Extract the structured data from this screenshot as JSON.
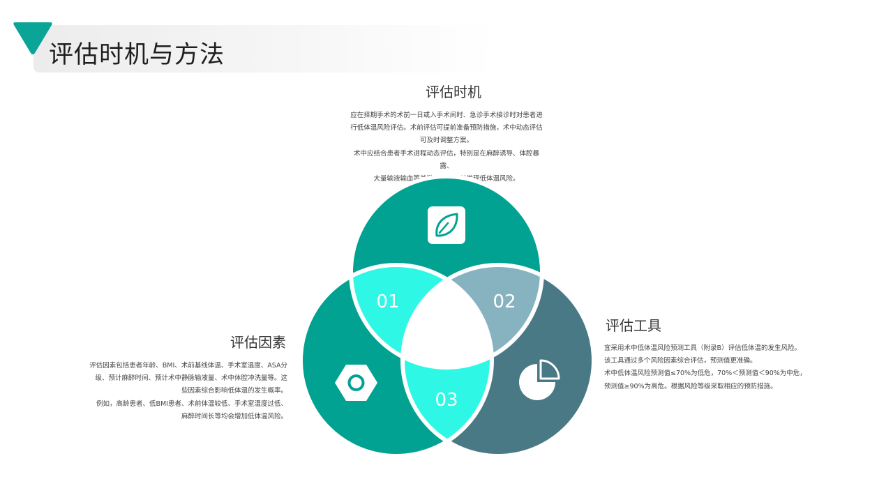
{
  "page": {
    "title": "评估时机与方法"
  },
  "sections": {
    "timing": {
      "heading": "评估时机",
      "lines": [
        "应在择期手术的术前一日或入手术间时、急诊手术接诊时对患者进",
        "行低体温风险评估。术前评估可提前准备预防措施，术中动态评估",
        "可及时调整方案。",
        "术中应结合患者手术进程动态评估，特别是在麻醉诱导、体腔暴露、",
        "大量输液输血等关键环节，及时发现低体温风险。"
      ]
    },
    "factors": {
      "heading": "评估因素",
      "lines": [
        "评估因素包括患者年龄、BMI、术前基线体温、手术室温度、ASA分",
        "级、预计麻醉时间、预计术中静脉输液量、术中体腔冲洗量等。这",
        "些因素综合影响低体温的发生概率。",
        "例如，高龄患者、低BMI患者、术前体温较低、手术室温度过低、",
        "麻醉时间长等均会增加低体温风险。"
      ]
    },
    "tools": {
      "heading": "评估工具",
      "lines": [
        "宜采用术中低体温风险预测工具（附录B）评估低体温的发生风险。",
        "该工具通过多个风险因素综合评估，预测值更准确。",
        "术中低体温风险预测值≤70%为低危，70%＜预测值＜90%为中危，",
        "预测值≥90%为高危。根据风险等级采取相应的预防措施。"
      ]
    }
  },
  "venn": {
    "labels": [
      "01",
      "02",
      "03"
    ],
    "icons": [
      "leaf-icon",
      "pie-chart-icon",
      "hexagon-nut-icon"
    ]
  },
  "colors": {
    "accent": "#0aa596",
    "teal_circle": "#01a292",
    "slate_circle": "#497985",
    "overlap_cyan": "#2ef8e5",
    "overlap_gray": "#87b3c1",
    "title_triangle": "#0aa596"
  }
}
